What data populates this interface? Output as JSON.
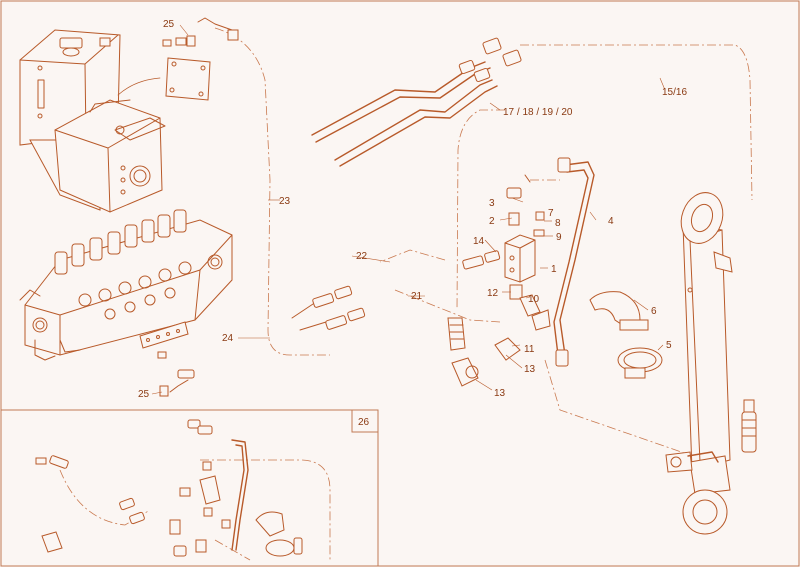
{
  "callouts": {
    "c1": "1",
    "c2": "2",
    "c3": "3",
    "c4": "4",
    "c5": "5",
    "c6": "6",
    "c7": "7",
    "c8": "8",
    "c9": "9",
    "c10": "10",
    "c11": "11",
    "c12": "12",
    "c13a": "13",
    "c13b": "13",
    "c14": "14",
    "c15_16": "15/16",
    "c17_20": "17 / 18 / 19 / 20",
    "c21": "21",
    "c22": "22",
    "c23": "23",
    "c24": "24",
    "c25a": "25",
    "c25b": "25",
    "c26": "26"
  },
  "colors": {
    "line": "#b85a2a",
    "background": "#fbf6f3",
    "label": "#8a3a12"
  }
}
